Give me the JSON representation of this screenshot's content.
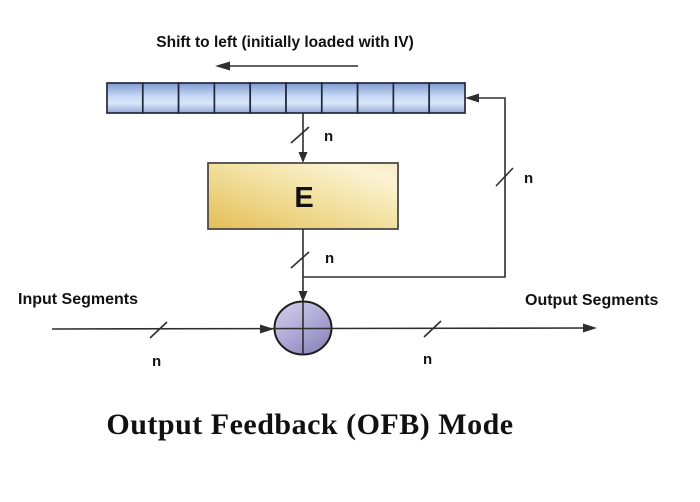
{
  "top_caption": "Shift to left (initially loaded with IV)",
  "register": {
    "name": "shift-register",
    "cell_count": 10
  },
  "encrypt_box": {
    "label": "E"
  },
  "labels": {
    "input": "Input Segments",
    "output": "Output Segments"
  },
  "bus_widths": {
    "register_to_encrypt": "n",
    "encrypt_to_xor": "n",
    "feedback": "n",
    "input_line": "n",
    "output_line": "n"
  },
  "title": "Output Feedback (OFB) Mode",
  "colors": {
    "background": "#ffffff",
    "line": "#2e2e2e",
    "register_cell_top": "#7f9bce",
    "register_cell_light": "#d9e6f9",
    "register_cell_bottom": "#93a9d9",
    "encrypt_box_gold": "#e5be56",
    "encrypt_box_cream": "#fbf3d4",
    "xor_light": "#d6d2ee",
    "xor_dark": "#8e86bd",
    "text": "#111111"
  }
}
